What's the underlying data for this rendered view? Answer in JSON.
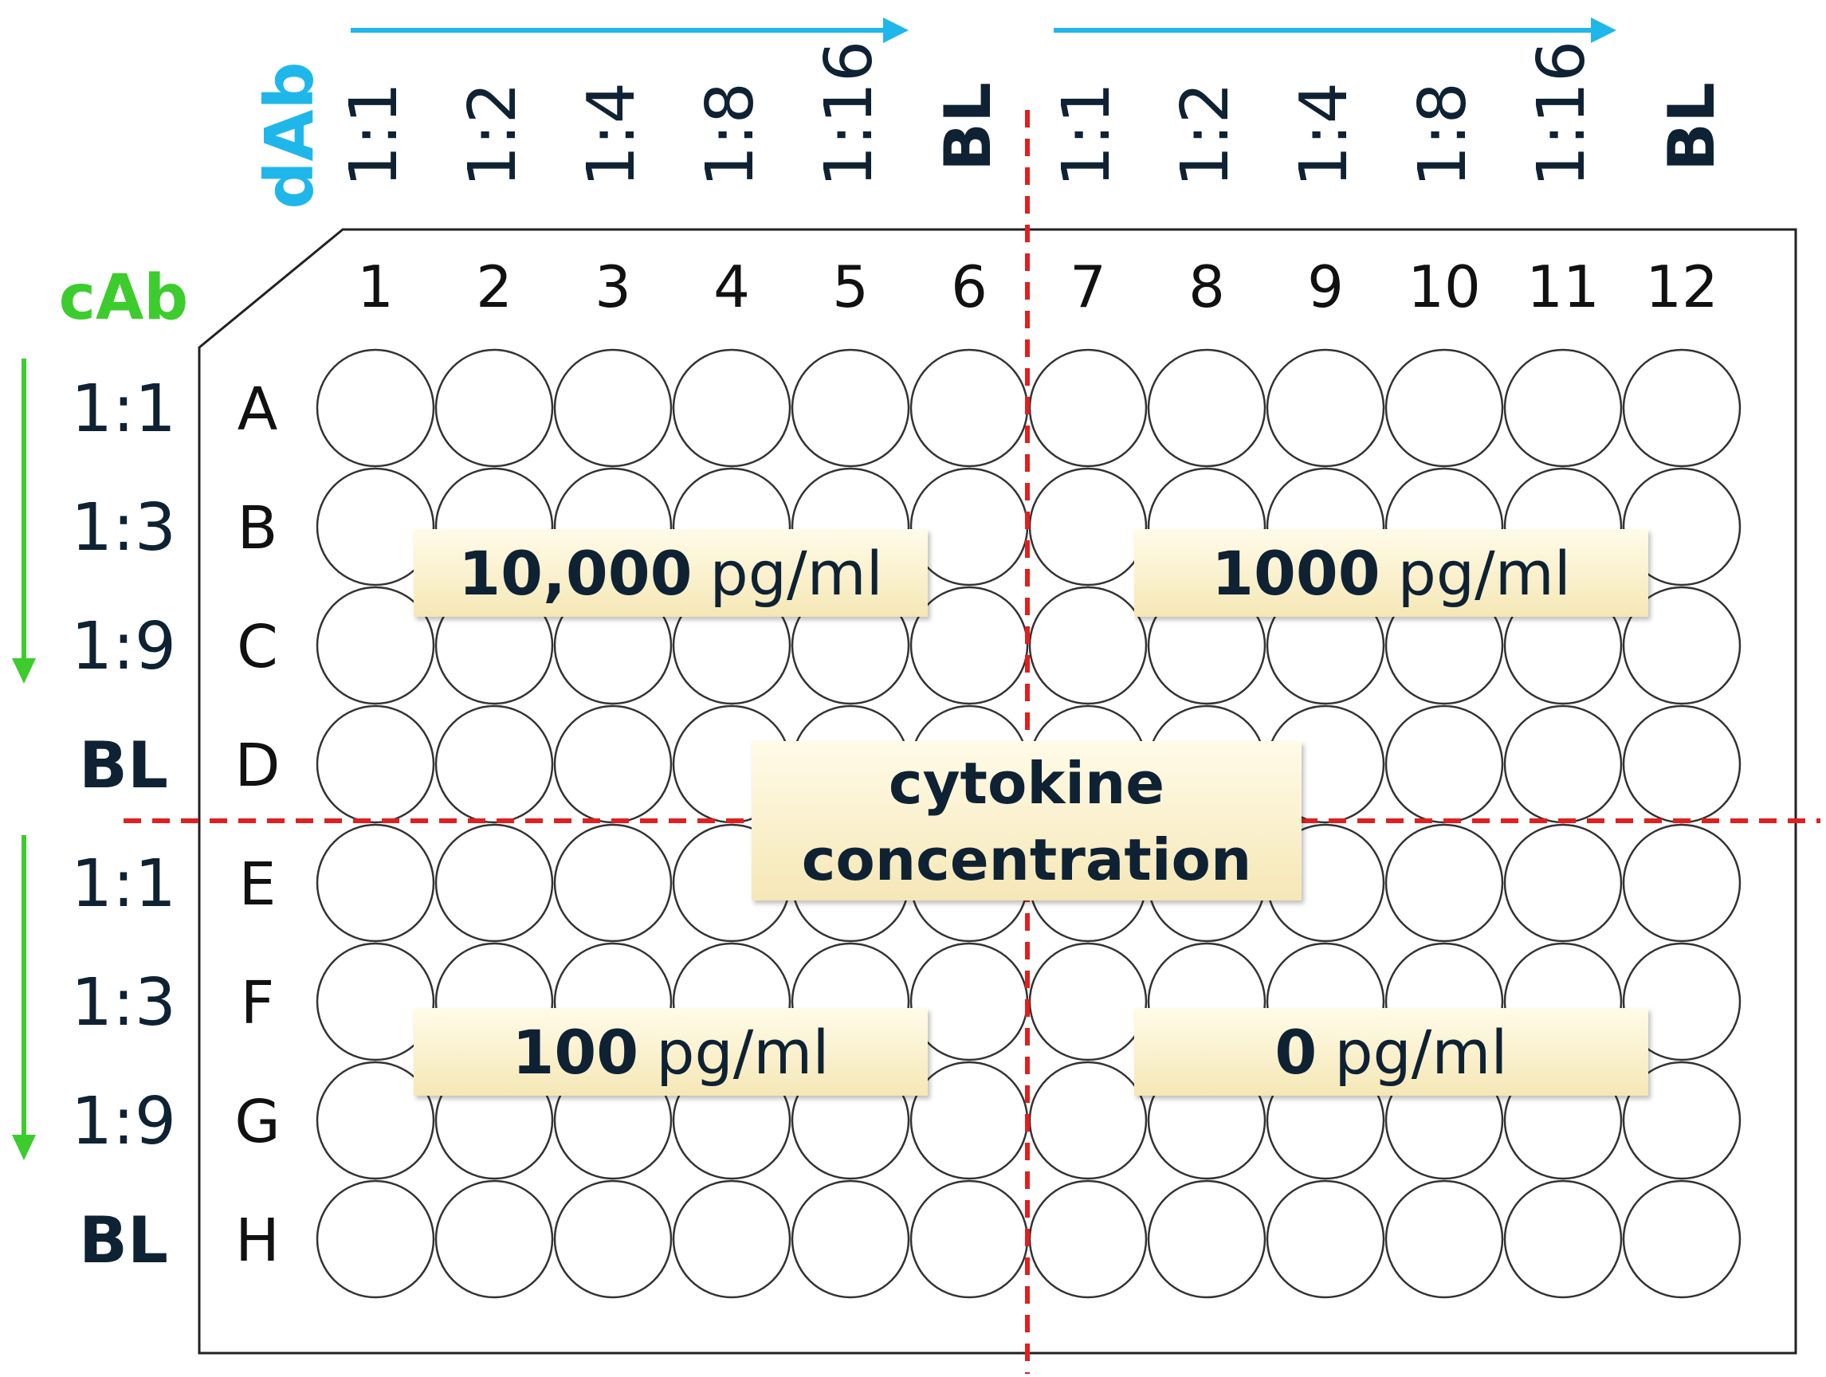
{
  "colors": {
    "dab": "#1FB7EA",
    "cab": "#3DCC2E",
    "text_dark": "#0F2233",
    "divider": "#E0201F",
    "plate_stroke": "#222222",
    "well_stroke": "#333333",
    "label_box_top": "#FFFBE8",
    "label_box_bottom": "#F5E7B6"
  },
  "icons": {
    "dab_arrow": "arrow-right-icon",
    "cab_arrow": "arrow-down-icon"
  },
  "dab": {
    "label": "dAb",
    "left_dilutions": [
      "1:1",
      "1:2",
      "1:4",
      "1:8",
      "1:16"
    ],
    "left_blank": "BL",
    "right_dilutions": [
      "1:1",
      "1:2",
      "1:4",
      "1:8",
      "1:16"
    ],
    "right_blank": "BL"
  },
  "cab": {
    "label": "cAb",
    "top_dilutions": [
      "1:1",
      "1:3",
      "1:9"
    ],
    "top_blank": "BL",
    "bottom_dilutions": [
      "1:1",
      "1:3",
      "1:9"
    ],
    "bottom_blank": "BL"
  },
  "plate": {
    "columns": [
      "1",
      "2",
      "3",
      "4",
      "5",
      "6",
      "7",
      "8",
      "9",
      "10",
      "11",
      "12"
    ],
    "rows": [
      "A",
      "B",
      "C",
      "D",
      "E",
      "F",
      "G",
      "H"
    ]
  },
  "quadrants": [
    {
      "value": "10,000",
      "unit": "pg/ml"
    },
    {
      "value": "1000",
      "unit": "pg/ml"
    },
    {
      "value": "100",
      "unit": "pg/ml"
    },
    {
      "value": "0",
      "unit": "pg/ml"
    }
  ],
  "center_label": {
    "line1": "cytokine",
    "line2": "concentration"
  }
}
